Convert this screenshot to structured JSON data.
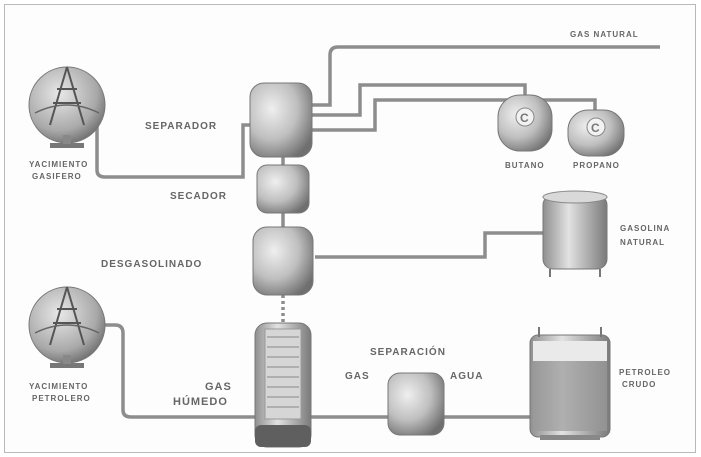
{
  "labels": {
    "gas_natural": "GAS NATURAL",
    "separador": "SEPARADOR",
    "secador": "SECADOR",
    "desgasolinado": "DESGASOLINADO",
    "butano": "BUTANO",
    "propano": "PROPANO",
    "gasolina_natural_1": "GASOLINA",
    "gasolina_natural_2": "NATURAL",
    "yac_gas_1": "YACIMIENTO",
    "yac_gas_2": "GASIFERO",
    "yac_pet_1": "YACIMIENTO",
    "yac_pet_2": "PETROLERO",
    "gas_humedo_1": "GAS",
    "gas_humedo_2": "HÚMEDO",
    "separacion": "SEPARACIÓN",
    "gas": "GAS",
    "agua": "AGUA",
    "petroleo_crudo_1": "PETROLEO",
    "petroleo_crudo_2": "CRUDO",
    "tank_letter_butano": "C",
    "tank_letter_propano": "C"
  },
  "colors": {
    "pipe": "#8a8a8a",
    "vessel_fill": "#bdbdbd",
    "vessel_dark": "#6e6e6e",
    "label": "#666666"
  }
}
